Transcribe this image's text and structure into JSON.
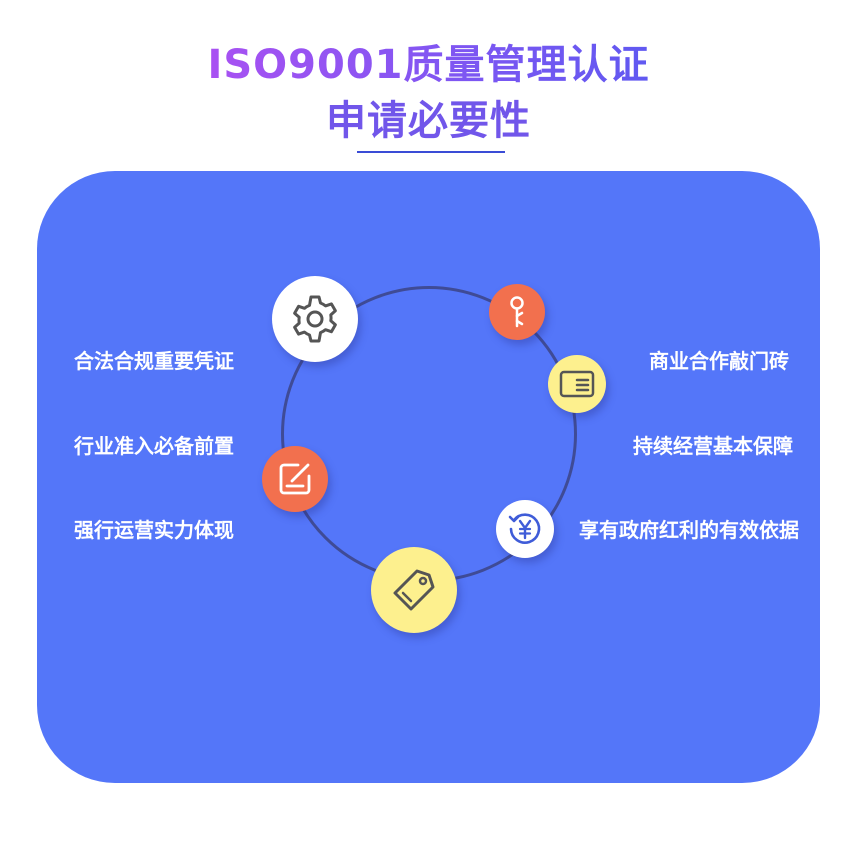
{
  "header": {
    "title_line1": "ISO9001质量管理认证",
    "title_line2": "申请必要性"
  },
  "left_items": [
    {
      "label": "合法合规重要凭证"
    },
    {
      "label": "行业准入必备前置"
    },
    {
      "label": "强行运营实力体现"
    }
  ],
  "right_items": [
    {
      "label": "商业合作敲门砖"
    },
    {
      "label": "持续经营基本保障"
    },
    {
      "label": "享有政府红利的有效依据"
    }
  ],
  "icons": {
    "gear": "gear-icon",
    "key": "key-icon",
    "card": "card-icon",
    "edit": "edit-icon",
    "yuan": "yuan-refresh-icon",
    "tag": "tag-icon"
  },
  "colors": {
    "panel": "#5476f9",
    "ring": "#3f4b96",
    "orange": "#f2704e",
    "yellow": "#fdf08e",
    "white": "#ffffff"
  }
}
